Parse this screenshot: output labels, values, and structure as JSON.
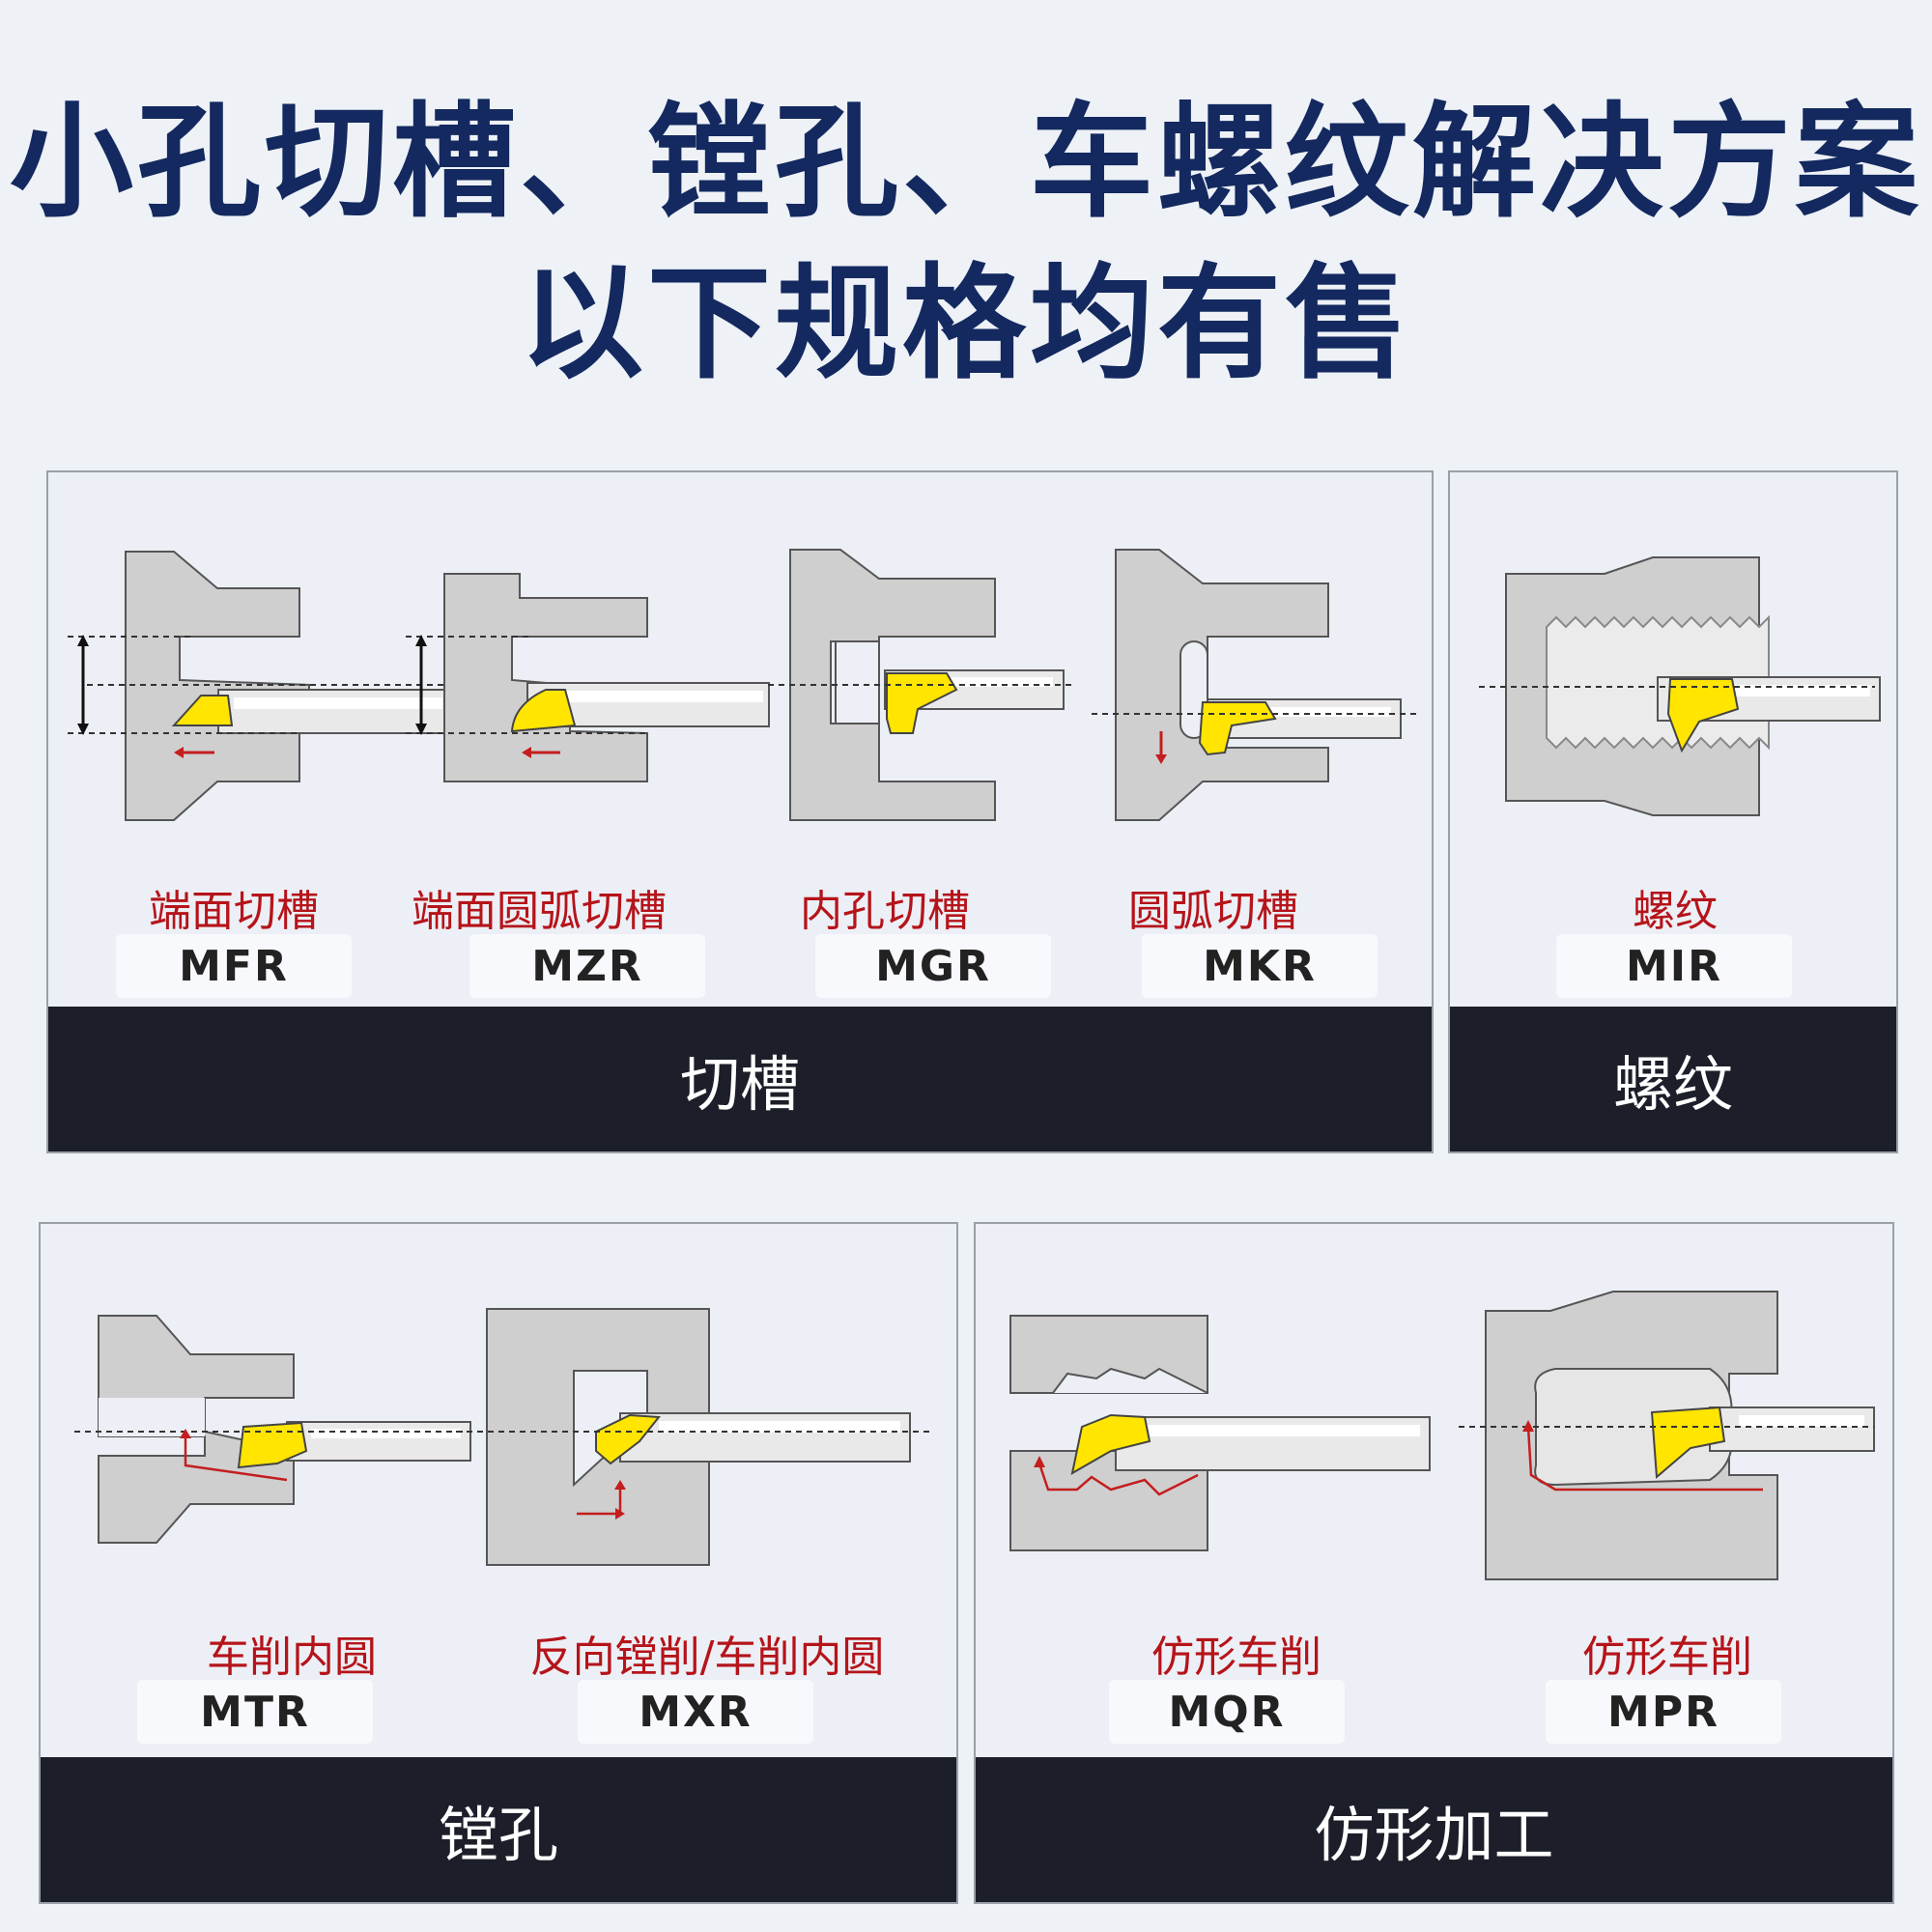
{
  "header": {
    "title_line1": "小孔切槽、镗孔、车螺纹解决方案",
    "title_line2": "以下规格均有售"
  },
  "panels": {
    "grooving": {
      "footer": "切槽",
      "items": [
        {
          "label": "端面切槽",
          "code": "MFR"
        },
        {
          "label": "端面圆弧切槽",
          "code": "MZR"
        },
        {
          "label": "内孔切槽",
          "code": "MGR"
        },
        {
          "label": "圆弧切槽",
          "code": "MKR"
        }
      ]
    },
    "threading": {
      "footer": "螺纹",
      "items": [
        {
          "label": "螺纹",
          "code": "MIR"
        }
      ]
    },
    "boring": {
      "footer": "镗孔",
      "items": [
        {
          "label": "车削内圆",
          "code": "MTR"
        },
        {
          "label": "反向镗削/车削内圆",
          "code": "MXR"
        }
      ]
    },
    "profiling": {
      "footer": "仿形加工",
      "items": [
        {
          "label": "仿形车削",
          "code": "MQR"
        },
        {
          "label": "仿形车削",
          "code": "MPR"
        }
      ]
    }
  },
  "colors": {
    "title": "#13295f",
    "label": "#b5141a",
    "footer_bg": "#1c1f29",
    "insert_yellow": "#ffe500",
    "workpiece_gray": "#cfcfcf"
  }
}
